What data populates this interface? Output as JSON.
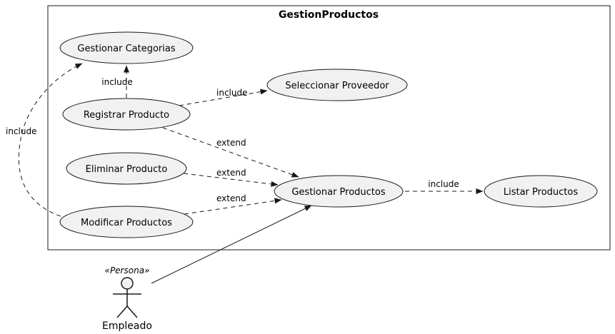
{
  "diagram": {
    "title": "GestionProductos",
    "actor": {
      "stereotype": "«Persona»",
      "name": "Empleado"
    },
    "use_cases": [
      {
        "id": "gestionar-categorias",
        "label": "Gestionar Categorias"
      },
      {
        "id": "seleccionar-proveedor",
        "label": "Seleccionar Proveedor"
      },
      {
        "id": "registrar-producto",
        "label": "Registrar Producto"
      },
      {
        "id": "eliminar-producto",
        "label": "Eliminar Producto"
      },
      {
        "id": "gestionar-productos",
        "label": "Gestionar Productos"
      },
      {
        "id": "modificar-productos",
        "label": "Modificar Productos"
      },
      {
        "id": "listar-productos",
        "label": "Listar Productos"
      }
    ],
    "edges": [
      {
        "from": "registrar-producto",
        "to": "gestionar-categorias",
        "label": "include",
        "style": "dashed"
      },
      {
        "from": "registrar-producto",
        "to": "seleccionar-proveedor",
        "label": "include",
        "style": "dashed"
      },
      {
        "from": "registrar-producto",
        "to": "gestionar-productos",
        "label": "extend",
        "style": "dashed"
      },
      {
        "from": "eliminar-producto",
        "to": "gestionar-productos",
        "label": "extend",
        "style": "dashed"
      },
      {
        "from": "modificar-productos",
        "to": "gestionar-productos",
        "label": "extend",
        "style": "dashed"
      },
      {
        "from": "modificar-productos",
        "to": "gestionar-categorias",
        "label": "include",
        "style": "dashed"
      },
      {
        "from": "gestionar-productos",
        "to": "listar-productos",
        "label": "include",
        "style": "dashed"
      },
      {
        "from": "empleado",
        "to": "gestionar-productos",
        "label": "",
        "style": "solid"
      }
    ],
    "colors": {
      "background": "#ffffff",
      "node_fill": "#f1f1f1",
      "stroke": "#181818",
      "text": "#000000"
    }
  }
}
